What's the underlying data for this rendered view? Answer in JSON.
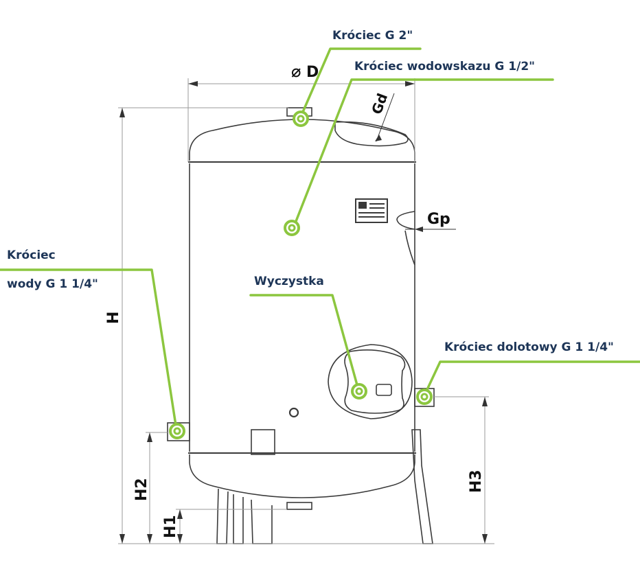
{
  "colors": {
    "accent": "#8cc63f",
    "text": "#1d3557",
    "outline": "#3a3a3a",
    "dimension": "#9a9a9a"
  },
  "callouts": {
    "top_nozzle": "Króciec G 2\"",
    "gauge_nozzle": "Króciec wodowskazu G 1/2\"",
    "water_nozzle_line1": "Króciec",
    "water_nozzle_line2": "wody G 1 1/4\"",
    "cleanout": "Wyczystka",
    "inlet_nozzle": "Króciec dolotowy G 1 1/4\""
  },
  "dimensions": {
    "diameter_symbol": "⌀",
    "diameter": "D",
    "gd": "Gd",
    "gp": "Gp",
    "height": "H",
    "h1": "H1",
    "h2": "H2",
    "h3": "H3"
  },
  "icons": {
    "marker": "green-ring-marker-icon",
    "nameplate": "nameplate-icon"
  }
}
